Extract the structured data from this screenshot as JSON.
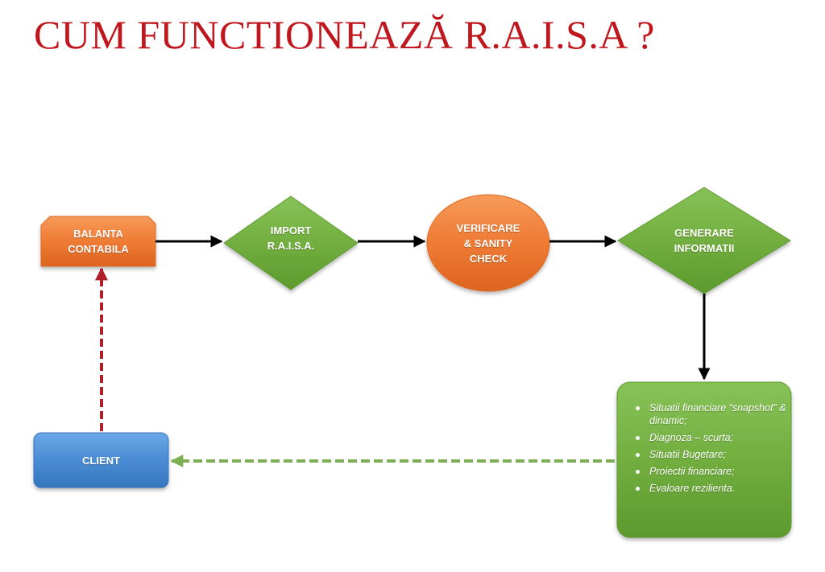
{
  "title": "CUM FUNCTIONEAZĂ R.A.I.S.A ?",
  "colors": {
    "title": "#C0161E",
    "orange": "#EE7B34",
    "green": "#72AE3F",
    "blue": "#4A8CD3",
    "arrow_black": "#000000",
    "arrow_red_dashed": "#B11F28",
    "arrow_green_dashed": "#7EAE54"
  },
  "nodes": {
    "balanta": {
      "line1": "BALANTA",
      "line2": "CONTABILA"
    },
    "import": {
      "line1": "IMPORT",
      "line2": "R.A.I.S.A."
    },
    "verificare": {
      "line1": "VERIFICARE",
      "line2": "& SANITY",
      "line3": "CHECK"
    },
    "generare": {
      "line1": "GENERARE",
      "line2": "INFORMATII"
    },
    "client": {
      "label": "CLIENT"
    },
    "outputs": {
      "items": [
        "Situatii financiare “snapshot” & dinamic;",
        "Diagnoza – scurta;",
        "Situatii Bugetare;",
        "Proiectii financiare;",
        "Evaloare rezilienta."
      ]
    }
  }
}
